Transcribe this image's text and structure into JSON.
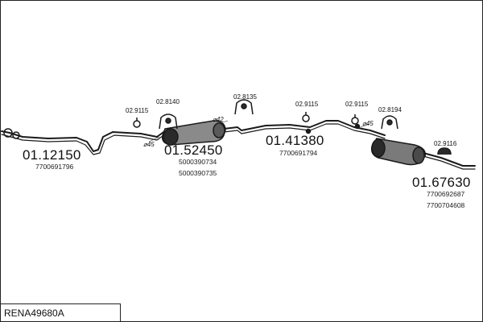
{
  "reference": "RENA49680A",
  "parts": [
    {
      "number": "01.12150",
      "oem": [
        "7700691796"
      ]
    },
    {
      "number": "01.52450",
      "oem": [
        "5000390734",
        "5000390735"
      ]
    },
    {
      "number": "01.41380",
      "oem": [
        "7700691794"
      ]
    },
    {
      "number": "01.67630",
      "oem": [
        "7700692687",
        "7700704608"
      ]
    }
  ],
  "fittings": [
    {
      "number": "02.9115"
    },
    {
      "number": "02.8140"
    },
    {
      "number": "02.8135"
    },
    {
      "number": "02.9115"
    },
    {
      "number": "02.9115"
    },
    {
      "number": "02.8194"
    },
    {
      "number": "02.9116"
    }
  ],
  "diameters": [
    "⌀45",
    "⌀42",
    "⌀45"
  ],
  "colors": {
    "line": "#1a1a1a",
    "fill_dark": "#2a2a2a",
    "fill_mid": "#8a8a8a",
    "background": "#ffffff"
  }
}
